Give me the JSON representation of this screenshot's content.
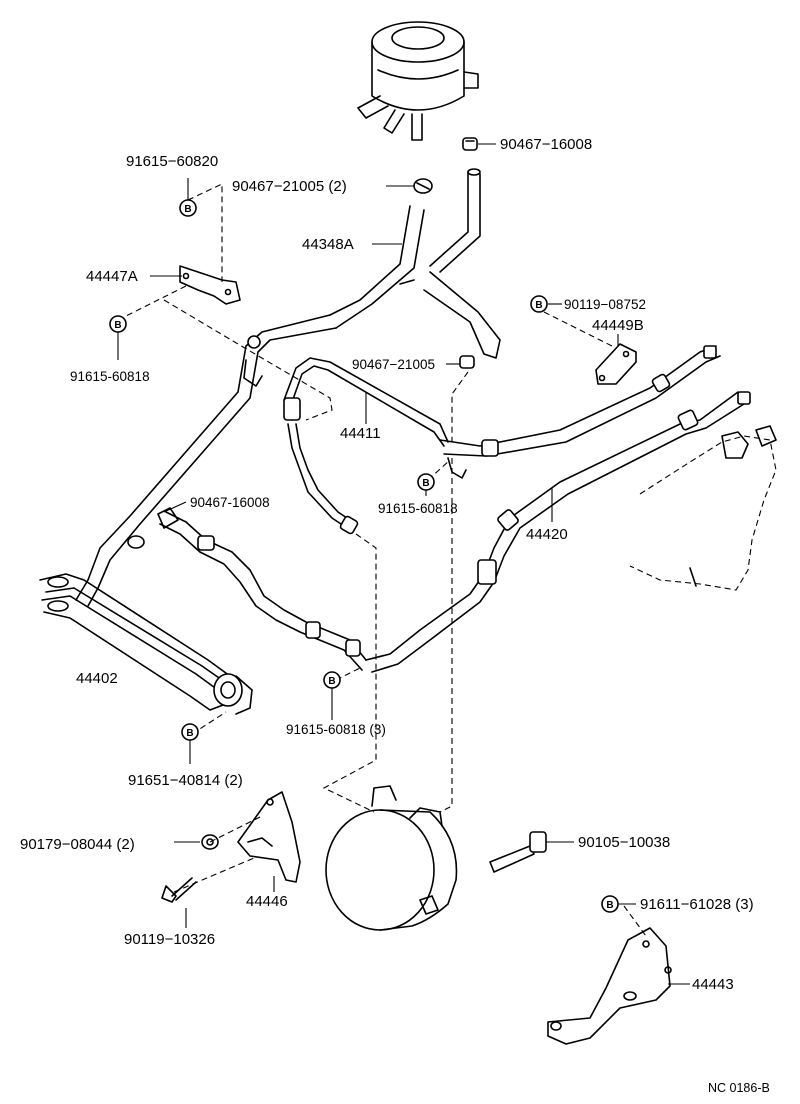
{
  "labels": {
    "p_90467_16008_top": "90467−16008",
    "p_91615_60820": "91615−60820",
    "p_90467_21005_2": "90467−21005 (2)",
    "p_44348A": "44348A",
    "p_44447A": "44447A",
    "p_90119_08752": "90119−08752",
    "p_44449B": "44449B",
    "p_91615_60818_left": "91615-60818",
    "p_90467_21005": "90467−21005",
    "p_44411": "44411",
    "p_90467_16008_mid": "90467-16008",
    "p_91615_60818_mid": "91615-60818",
    "p_44420": "44420",
    "p_44402": "44402",
    "p_91615_60818_3": "91615-60818 (3)",
    "p_91651_40814_2": "91651−40814 (2)",
    "p_90179_08044_2": "90179−08044 (2)",
    "p_90105_10038": "90105−10038",
    "p_44446": "44446",
    "p_91611_61028_3": "91611−61028 (3)",
    "p_90119_10326": "90119−10326",
    "p_44443": "44443"
  },
  "bolt_marker": "B",
  "diagram_code": "NC 0186-B"
}
